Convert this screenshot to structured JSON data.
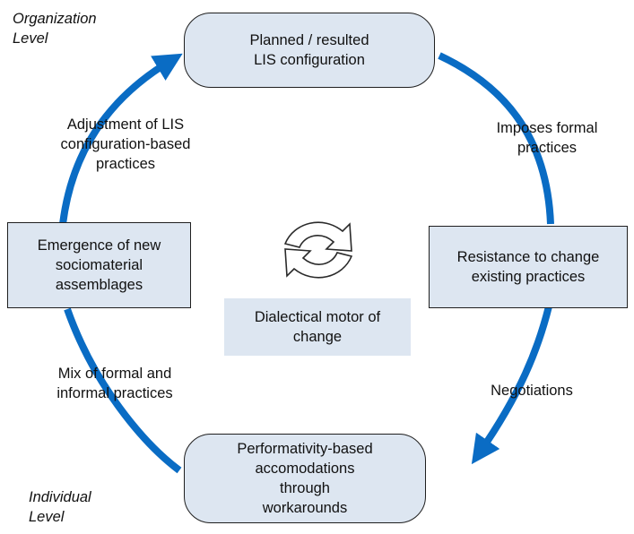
{
  "levels": {
    "organization": "Organization\nLevel",
    "individual": "Individual\nLevel"
  },
  "nodes": {
    "top": "Planned / resulted\nLIS configuration",
    "right": "Resistance to change\nexisting practices",
    "bottom": "Performativity-based\naccomodations\nthrough\nworkarounds",
    "left": "Emergence of new\nsociomaterial\nassemblages",
    "center": "Dialectical motor of\nchange"
  },
  "edges": {
    "top_right": "Imposes formal\npractices",
    "right_bottom": "Negotiations",
    "bottom_left": "Mix of formal and\ninformal practices",
    "left_top": "Adjustment of LIS\nconfiguration-based\npractices"
  },
  "colors": {
    "arrow": "#0a6cc4",
    "box_fill": "#dde6f1",
    "box_border": "#1f1f1f"
  },
  "icons": {
    "center": "cycle-arrows-icon"
  }
}
